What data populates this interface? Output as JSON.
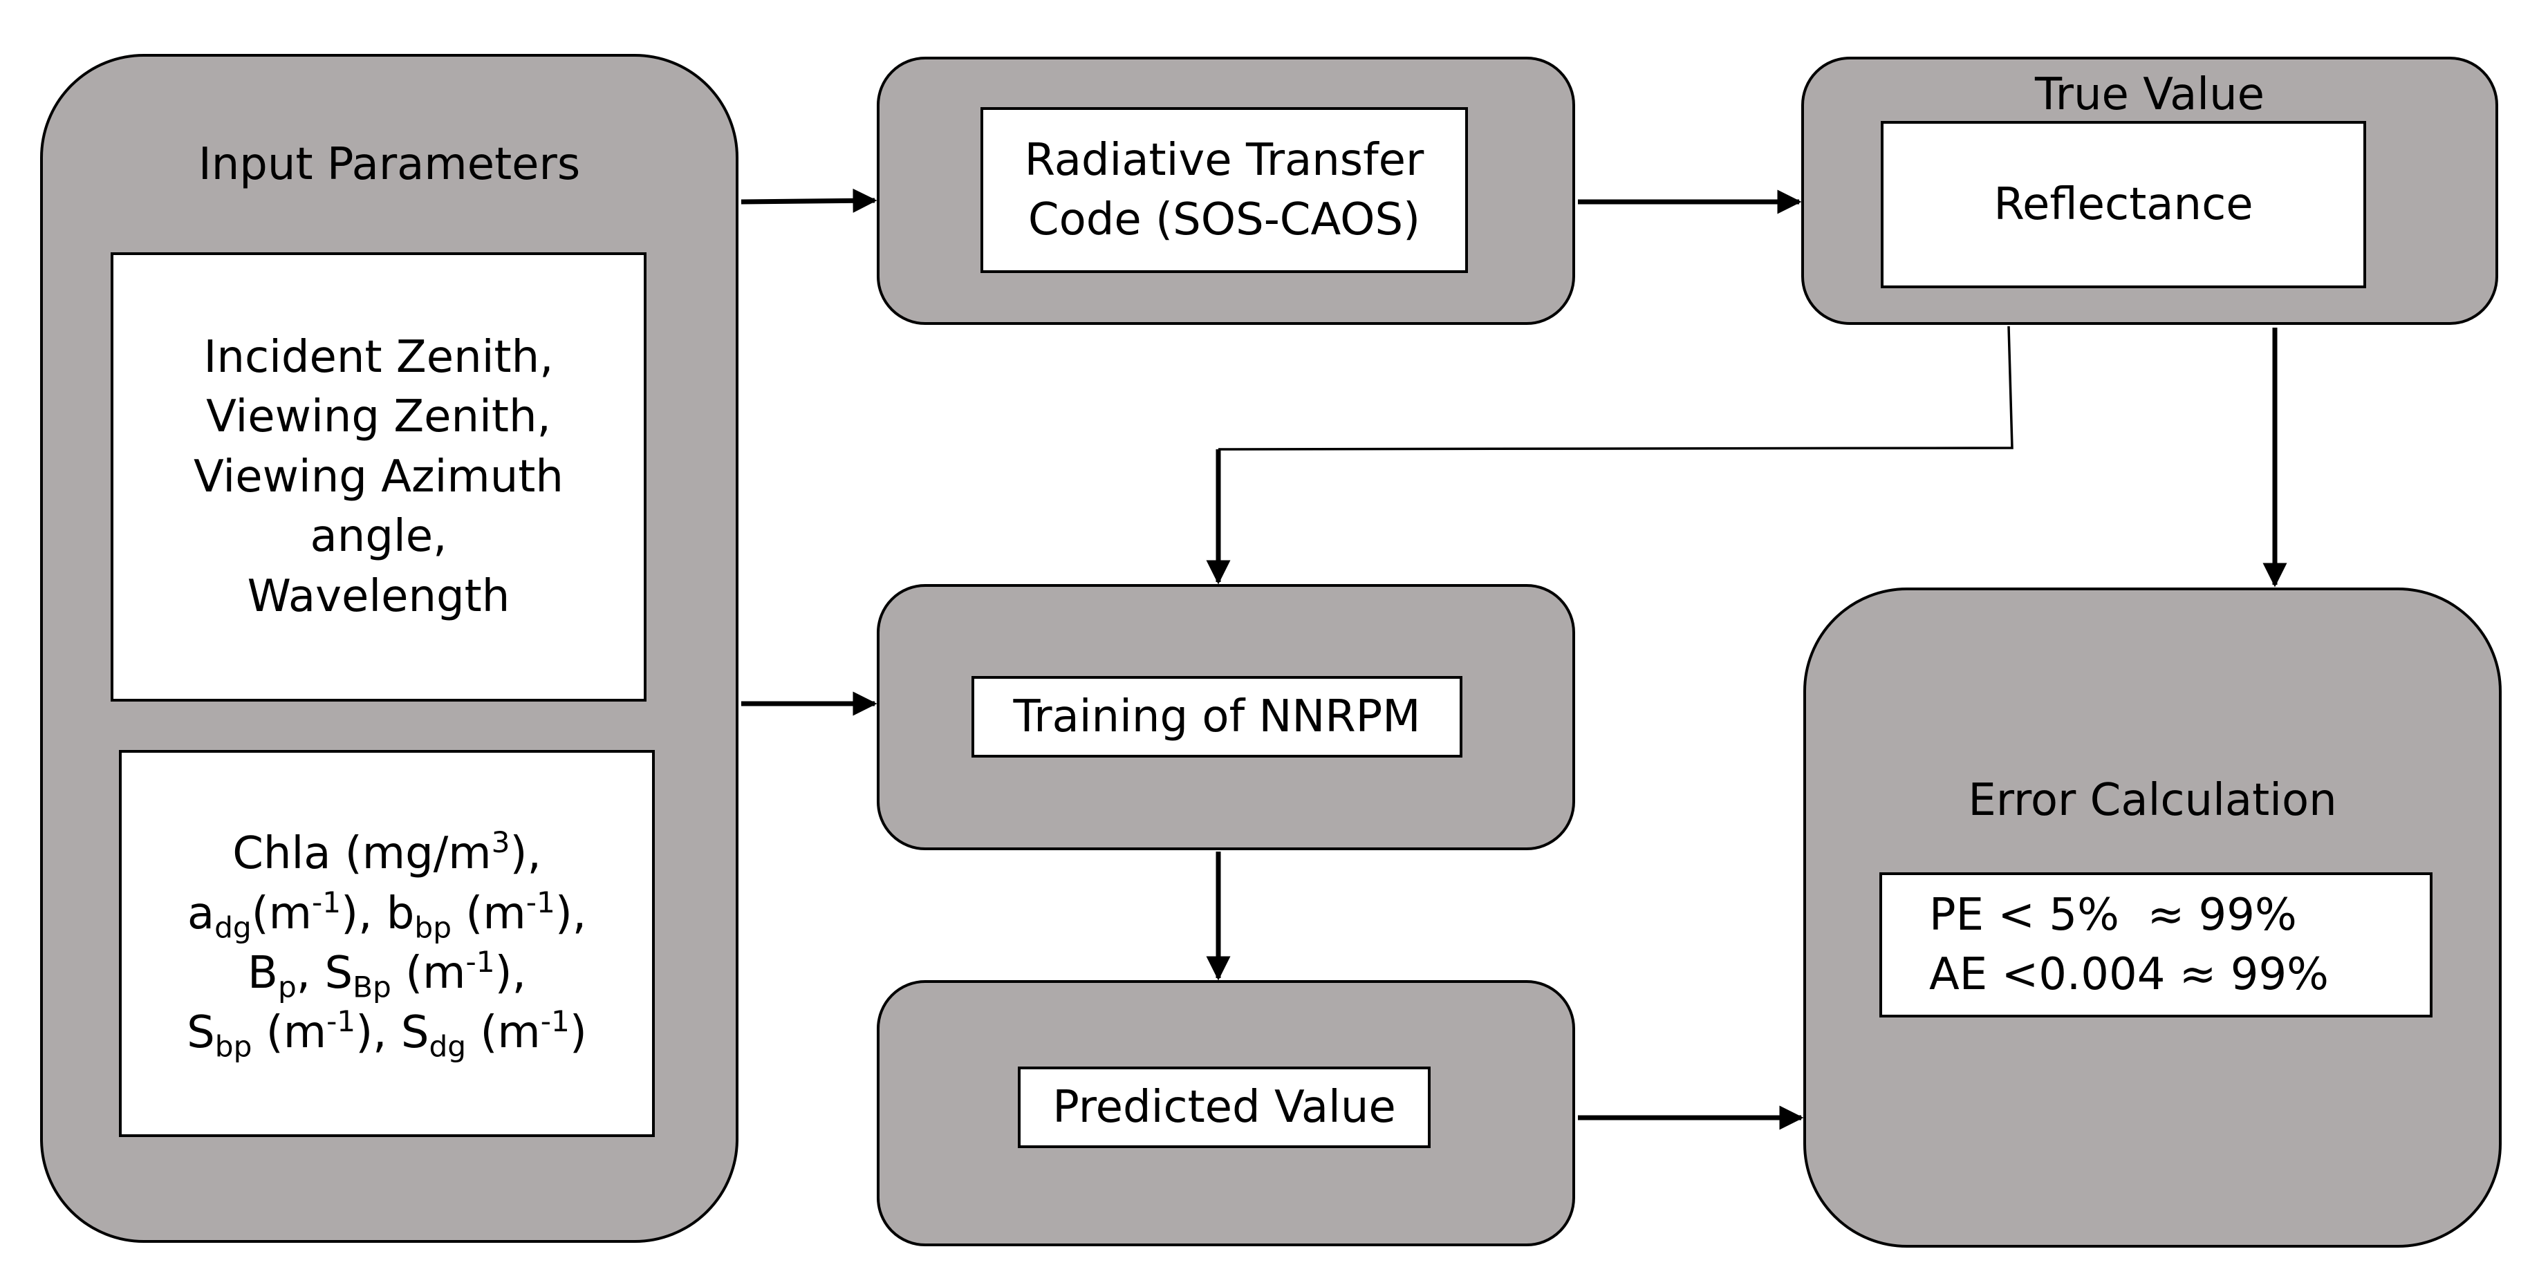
{
  "input_parameters": {
    "title": "Input Parameters",
    "geometry_lines": [
      "Incident Zenith,",
      "Viewing Zenith,",
      "Viewing Azimuth",
      "angle,",
      "Wavelength"
    ],
    "iop": {
      "chla": "Chla (mg/m",
      "chla_sup": "3",
      "chla_end": "),",
      "a": "a",
      "a_sub": "dg",
      "a_unit": "(m",
      "a_sup": "-1",
      "a_end": "), ",
      "b": "b",
      "b_sub": "bp",
      "b_unit": " (m",
      "b_sup": "-1",
      "b_end": "),",
      "B": "B",
      "B_sub": "p",
      "B_sep": ", ",
      "S1": "S",
      "S1_sub": "Bp",
      "S1_unit": " (m",
      "S1_sup": "-1",
      "S1_end": "),",
      "S2": "S",
      "S2_sub": "bp",
      "S2_unit": " (m",
      "S2_sup": "-1",
      "S2_end": "), ",
      "S3": "S",
      "S3_sub": "dg",
      "S3_unit": " (m",
      "S3_sup": "-1",
      "S3_end": ")"
    }
  },
  "rtc": {
    "line1": "Radiative Transfer",
    "line2": "Code (SOS-CAOS)"
  },
  "true_value": {
    "title": "True Value",
    "label": "Reflectance"
  },
  "training": {
    "label": "Training of NNRPM"
  },
  "predicted": {
    "label": "Predicted Value"
  },
  "error": {
    "title": "Error Calculation",
    "line1": "PE < 5%  ≈ 99%",
    "line2": "AE <0.004 ≈ 99%"
  },
  "colors": {
    "box_fill": "#aeaaaa",
    "border": "#000000",
    "inner_fill": "#ffffff"
  }
}
